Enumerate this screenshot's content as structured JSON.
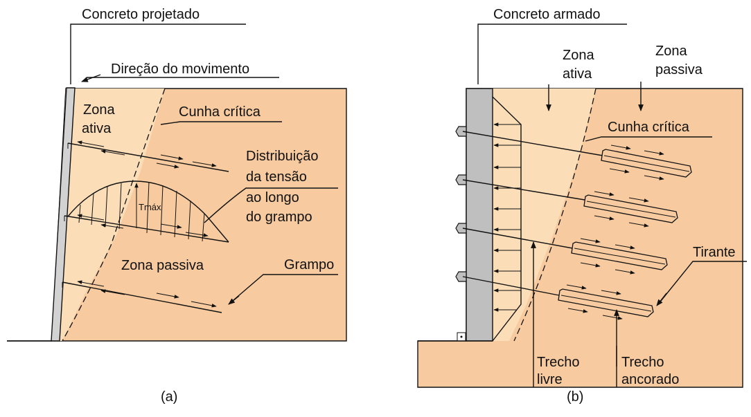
{
  "colors": {
    "soil": "#F7CB9F",
    "active_zone": "#FBDDB8",
    "shotcrete": "#D2D2D2",
    "reinforced_concrete": "#BFBFBF",
    "line": "#111111"
  },
  "panel_a": {
    "concrete_label": "Concreto projetado",
    "movement_label": "Direção do movimento",
    "active_zone_line1": "Zona",
    "active_zone_line2": "ativa",
    "critical_wedge": "Cunha crítica",
    "stress_line1": "Distribuição",
    "stress_line2": "da tensão",
    "stress_line3": "ao longo",
    "stress_line4": "do grampo",
    "tmax": "Tmáx",
    "passive_zone": "Zona passiva",
    "nail": "Grampo",
    "caption": "(a)"
  },
  "panel_b": {
    "concrete_label": "Concreto armado",
    "active_zone_line1": "Zona",
    "active_zone_line2": "ativa",
    "passive_zone_line1": "Zona",
    "passive_zone_line2": "passiva",
    "critical_wedge": "Cunha crítica",
    "tieback": "Tirante",
    "free_length_line1": "Trecho",
    "free_length_line2": "livre",
    "anchored_length_line1": "Trecho",
    "anchored_length_line2": "ancorado",
    "caption": "(b)"
  }
}
